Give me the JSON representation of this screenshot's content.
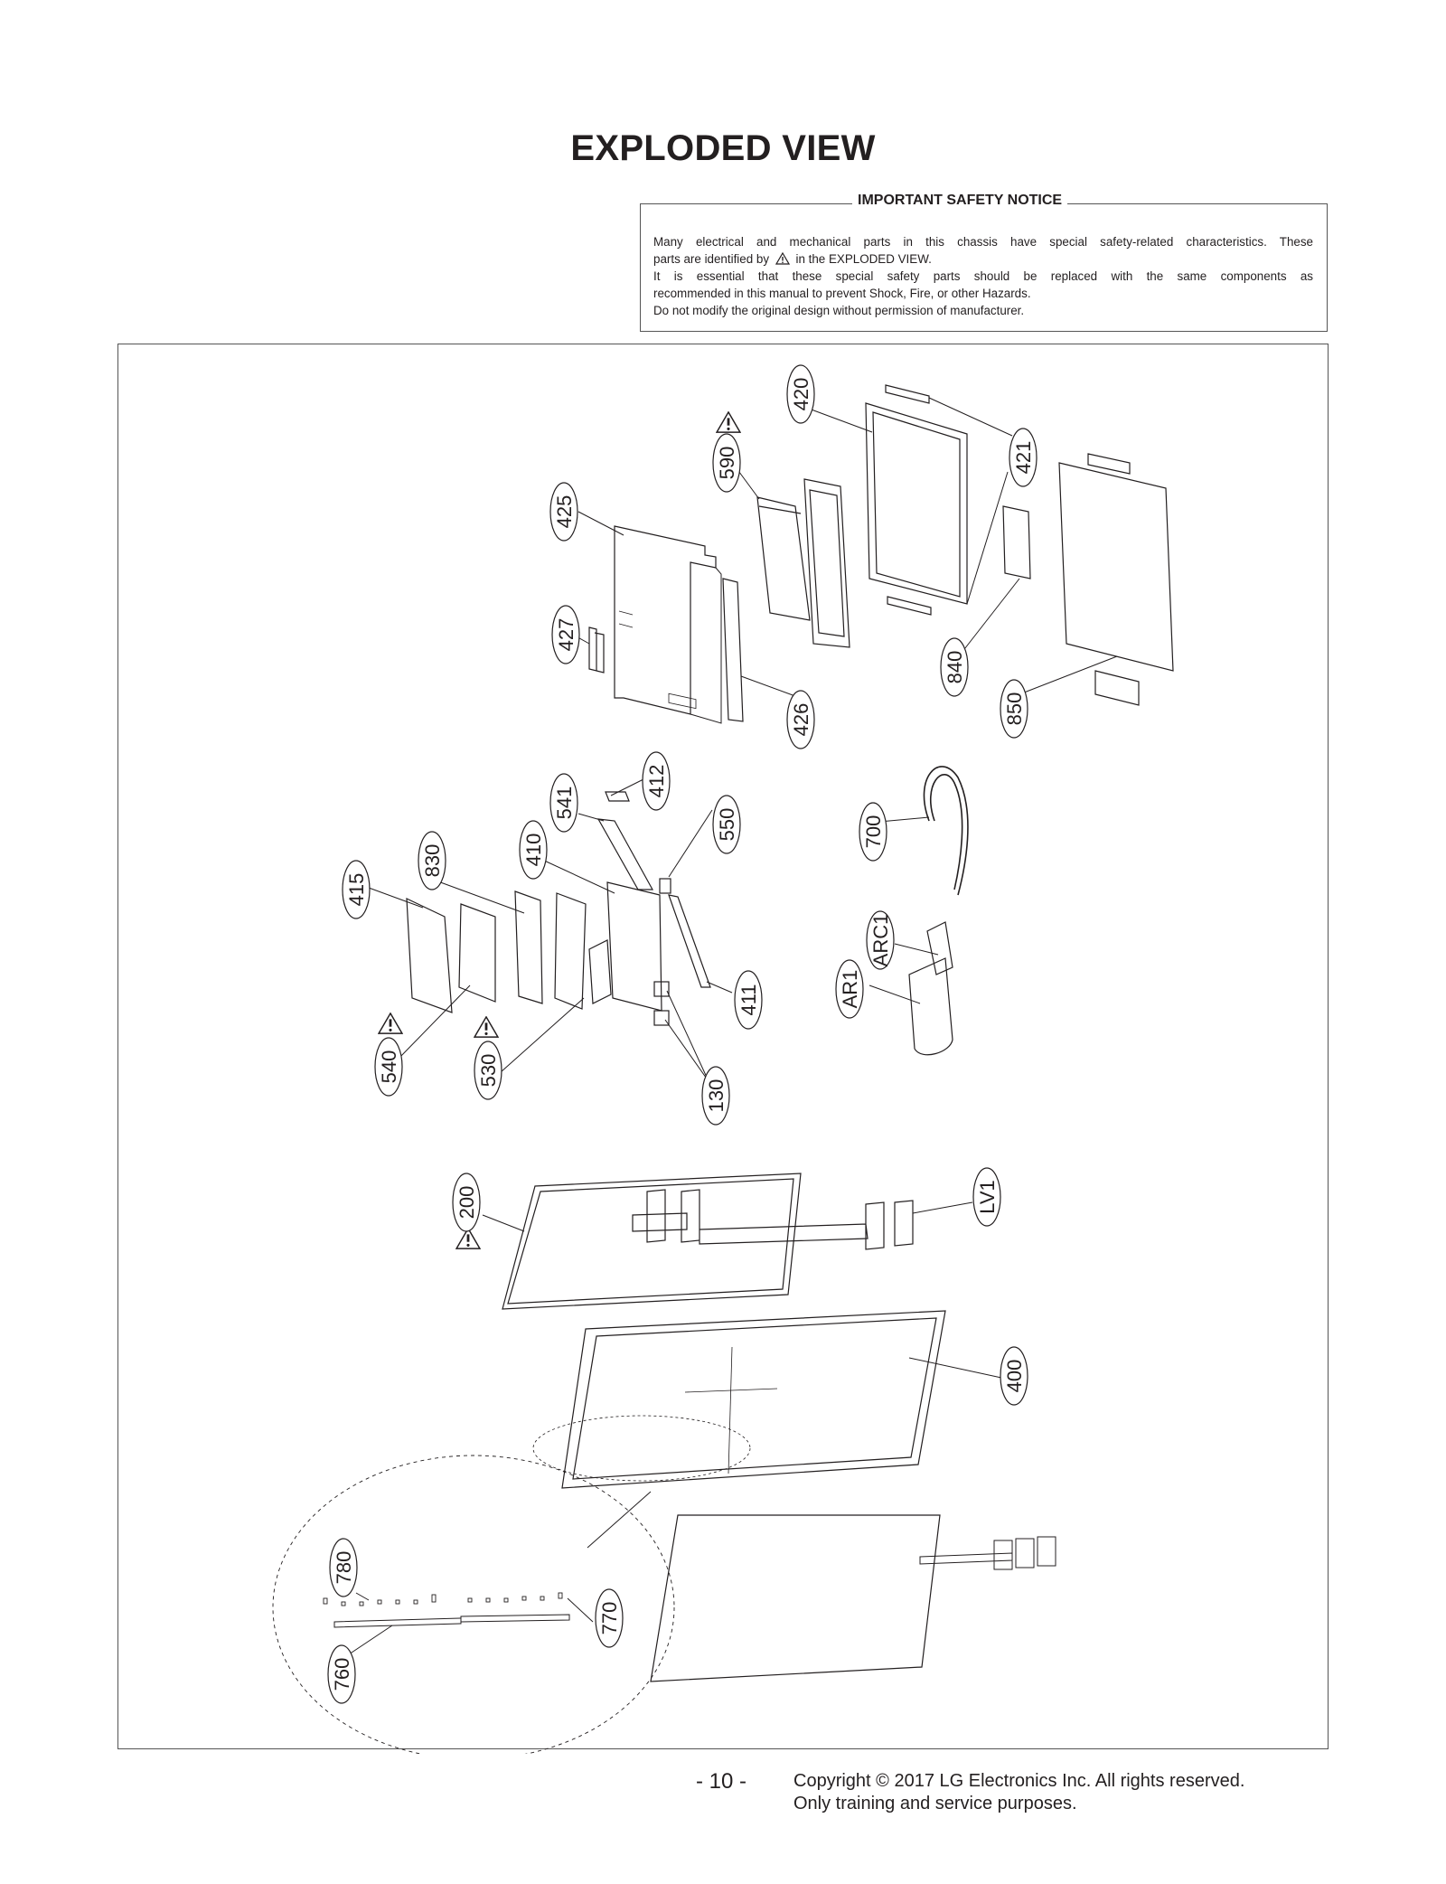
{
  "page_title": "EXPLODED VIEW",
  "safety_notice": {
    "heading": "IMPORTANT SAFETY NOTICE",
    "line1": "Many electrical and mechanical parts in this chassis have special safety-related characteristics. These",
    "line2_before_icon": "parts are identified by",
    "line2_after_icon": "in the EXPLODED VIEW.",
    "line3": "It is essential that these special safety parts should be replaced with the same components as",
    "line4": "recommended in this manual to prevent Shock, Fire, or other Hazards.",
    "line5": "Do not modify the original design without permission of manufacturer."
  },
  "warning_icon": "warning-triangle-icon",
  "callouts": {
    "c420": "420",
    "c590": "590",
    "c421": "421",
    "c425": "425",
    "c427": "427",
    "c426": "426",
    "c840": "840",
    "c850": "850",
    "c412": "412",
    "c541": "541",
    "c550": "550",
    "c410": "410",
    "c830": "830",
    "c415": "415",
    "c700": "700",
    "cARC1": "ARC1",
    "cAR1": "AR1",
    "c411": "411",
    "c540": "540",
    "c530": "530",
    "c130": "130",
    "c200": "200",
    "cLV1": "LV1",
    "c400": "400",
    "c780": "780",
    "c770": "770",
    "c760": "760"
  },
  "footer": {
    "page_number": "- 10 -",
    "copyright_line1": "Copyright © 2017 LG Electronics Inc. All rights reserved.",
    "copyright_line2": "Only training and service purposes."
  }
}
